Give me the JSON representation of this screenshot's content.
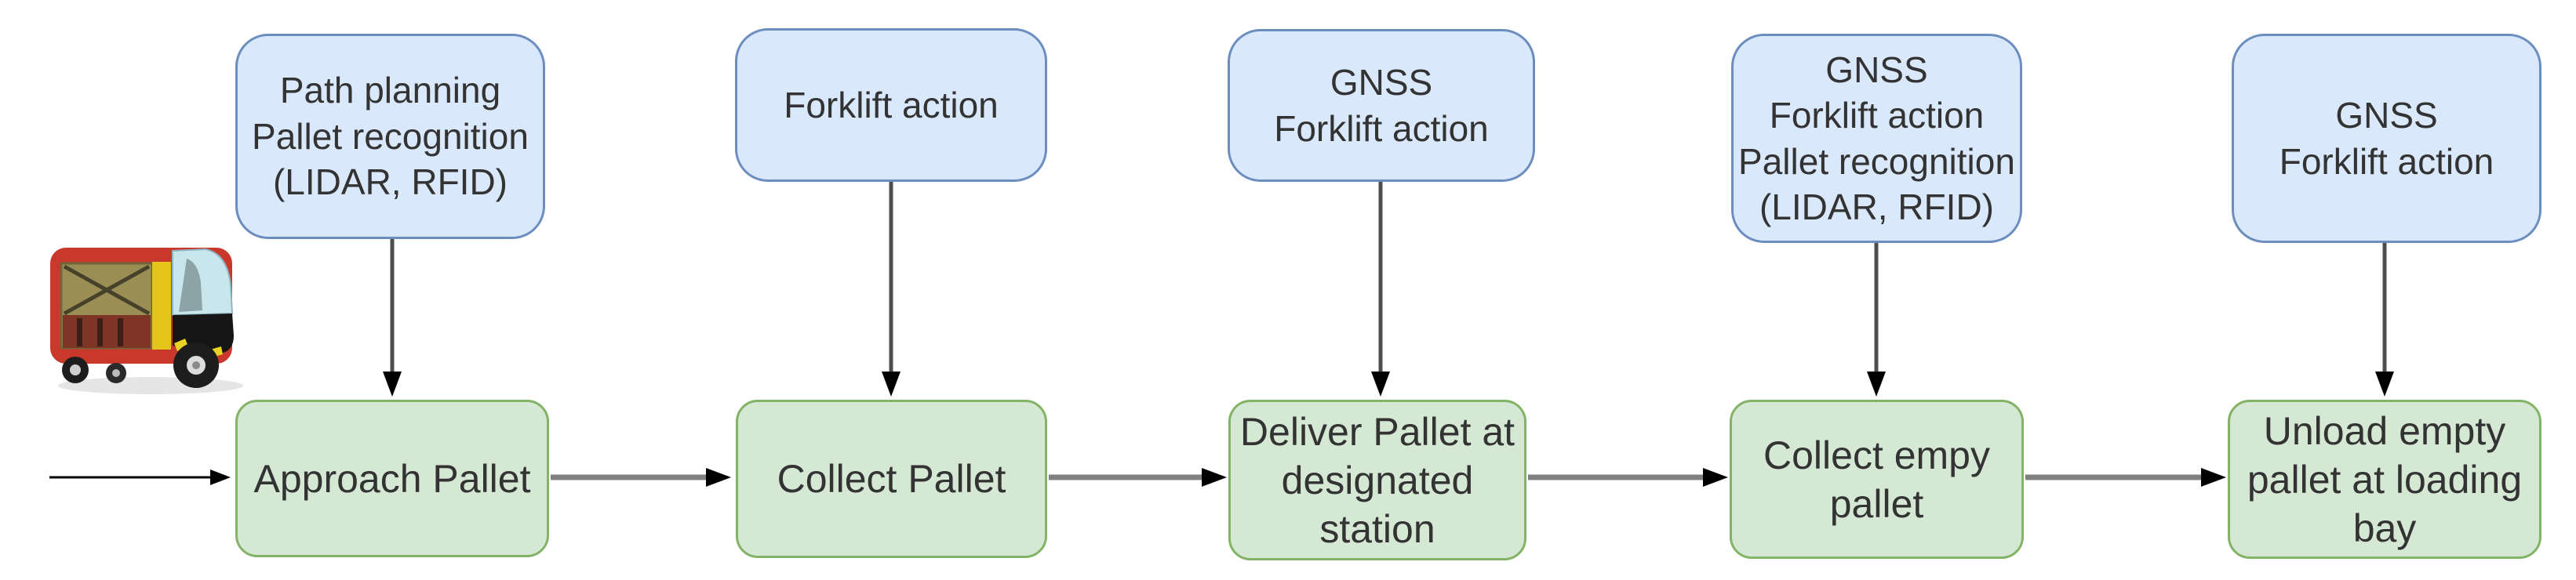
{
  "flow": {
    "columns": [
      {
        "sensor": "Path planning\nPallet recognition\n(LIDAR, RFID)",
        "step": "Approach Pallet"
      },
      {
        "sensor": "Forklift action",
        "step": "Collect Pallet"
      },
      {
        "sensor": "GNSS\nForklift action",
        "step": "Deliver Pallet at\ndesignated\nstation"
      },
      {
        "sensor": "GNSS\nForklift action\nPallet recognition\n(LIDAR, RFID)",
        "step": "Collect empy\npallet"
      },
      {
        "sensor": "GNSS\nForklift action",
        "step": "Unload empty\npallet at loading\nbay"
      }
    ]
  },
  "colors": {
    "sensor_box_fill": "#dae8fc",
    "sensor_box_border": "#6c8ebf",
    "step_box_fill": "#d5e8d4",
    "step_box_border": "#82b366",
    "horizontal_connector": "#808080",
    "vertical_connector": "#4d4d4d",
    "start_arrow": "#000000",
    "arrow_head": "#000000",
    "text": "#333333",
    "vehicle_body": "#c8392b",
    "vehicle_accent": "#e5c419"
  },
  "icons": {
    "vehicle": "red-autonomous-cargo-shuttle"
  }
}
